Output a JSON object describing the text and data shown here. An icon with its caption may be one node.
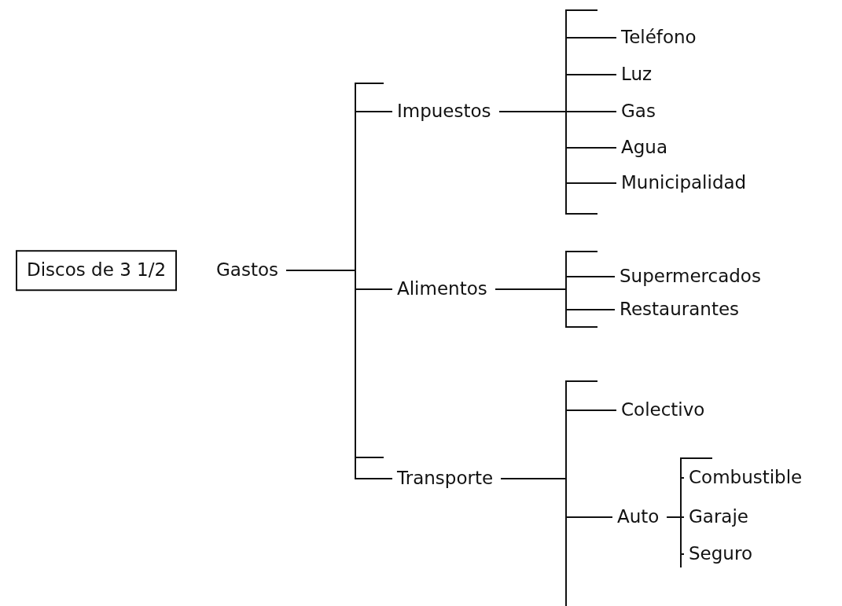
{
  "diagram": {
    "nodes": [
      {
        "text": [
          "Discos de 3 1/2"
        ]
      },
      {
        "text": [
          "Gastos"
        ]
      },
      {
        "text": [
          "Impuestos"
        ]
      },
      {
        "text": [
          "Alimentos"
        ]
      },
      {
        "text": [
          "Transporte"
        ]
      },
      {
        "text": [
          "Teléfono"
        ]
      },
      {
        "text": [
          "Luz"
        ]
      },
      {
        "text": [
          "Gas"
        ]
      },
      {
        "text": [
          "Agua"
        ]
      },
      {
        "text": [
          "Municipalidad"
        ]
      },
      {
        "text": [
          "Supermercados"
        ]
      },
      {
        "text": [
          "Restaurantes"
        ]
      },
      {
        "text": [
          "Colectivo"
        ]
      },
      {
        "text": [
          "Auto"
        ]
      },
      {
        "text": [
          "Combustible"
        ]
      },
      {
        "text": [
          "Garaje"
        ]
      },
      {
        "text": [
          "Seguro"
        ]
      }
    ],
    "edges": [
      {
        "from": 1,
        "to": 2,
        "arrow": "none"
      },
      {
        "from": 1,
        "to": 3,
        "arrow": "none"
      },
      {
        "from": 1,
        "to": 4,
        "arrow": "none"
      },
      {
        "from": 2,
        "to": 5,
        "arrow": "none"
      },
      {
        "from": 2,
        "to": 6,
        "arrow": "none"
      },
      {
        "from": 2,
        "to": 7,
        "arrow": "none"
      },
      {
        "from": 2,
        "to": 8,
        "arrow": "none"
      },
      {
        "from": 2,
        "to": 9,
        "arrow": "none"
      },
      {
        "from": 3,
        "to": 10,
        "arrow": "none"
      },
      {
        "from": 3,
        "to": 11,
        "arrow": "none"
      },
      {
        "from": 4,
        "to": 12,
        "arrow": "none"
      },
      {
        "from": 4,
        "to": 13,
        "arrow": "none"
      },
      {
        "from": 13,
        "to": 14,
        "arrow": "none"
      },
      {
        "from": 13,
        "to": 15,
        "arrow": "none"
      },
      {
        "from": 13,
        "to": 16,
        "arrow": "none"
      }
    ]
  }
}
